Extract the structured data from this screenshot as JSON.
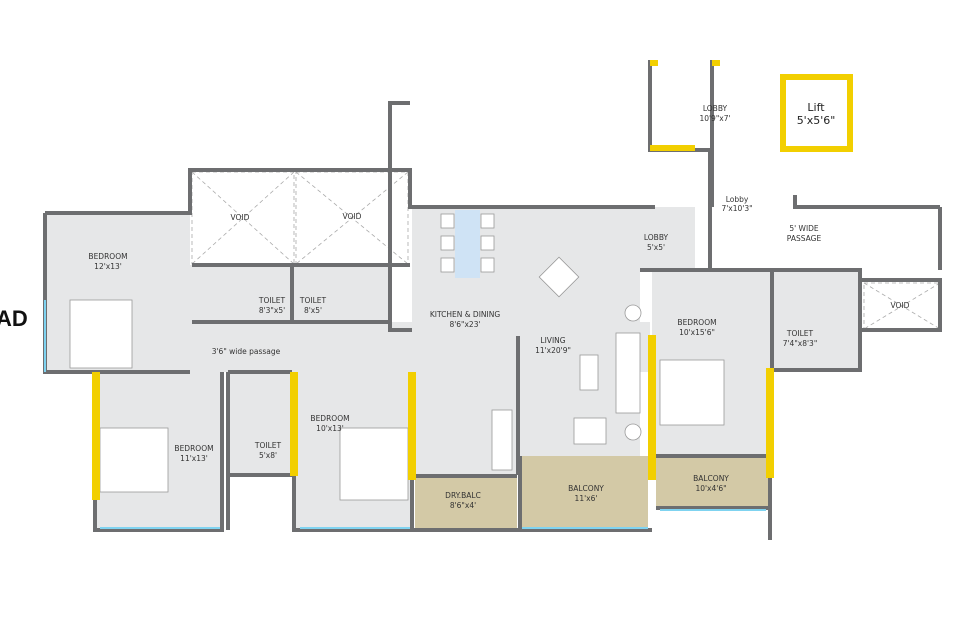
{
  "colors": {
    "floor": "#e6e7e8",
    "wall": "#6d6e70",
    "column": "#f2cf00",
    "balcony": "#d3c9a6",
    "glass": "#7fd3f0",
    "dining_table": "#cfe3f5"
  },
  "edge_text": "AD",
  "rooms": {
    "bedroom1": {
      "name": "BEDROOM",
      "size": "12'x13'"
    },
    "void1": {
      "name": "VOID"
    },
    "void2": {
      "name": "VOID"
    },
    "toilet1": {
      "name": "TOILET",
      "size": "8'3\"x5'"
    },
    "toilet2": {
      "name": "TOILET",
      "size": "8'x5'"
    },
    "passage": {
      "name": "3'6\" wide passage"
    },
    "bedroom2": {
      "name": "BEDROOM",
      "size": "11'x13'"
    },
    "toilet3": {
      "name": "TOILET",
      "size": "5'x8'"
    },
    "bedroom3": {
      "name": "BEDROOM",
      "size": "10'x13'"
    },
    "kitchen": {
      "name": "KITCHEN & DINING",
      "size": "8'6\"x23'"
    },
    "living": {
      "name": "LIVING",
      "size": "11'x20'9\""
    },
    "lobby_small": {
      "name": "LOBBY",
      "size": "5'x5'"
    },
    "bedroom4": {
      "name": "BEDROOM",
      "size": "10'x15'6\""
    },
    "toilet4": {
      "name": "TOILET",
      "size": "7'4\"x8'3\""
    },
    "void3": {
      "name": "VOID"
    },
    "lobby_top": {
      "name": "LOBBY",
      "size": "10'9\"x7'"
    },
    "lift": {
      "name": "Lift",
      "size": "5'x5'6\""
    },
    "lobby_mid": {
      "name": "Lobby",
      "size": "7'x10'3\""
    },
    "wide_passage": {
      "name": "5' WIDE",
      "size": "PASSAGE"
    },
    "dry_balc": {
      "name": "DRY.BALC",
      "size": "8'6\"x4'"
    },
    "balcony1": {
      "name": "BALCONY",
      "size": "11'x6'"
    },
    "balcony2": {
      "name": "BALCONY",
      "size": "10'x4'6\""
    }
  }
}
